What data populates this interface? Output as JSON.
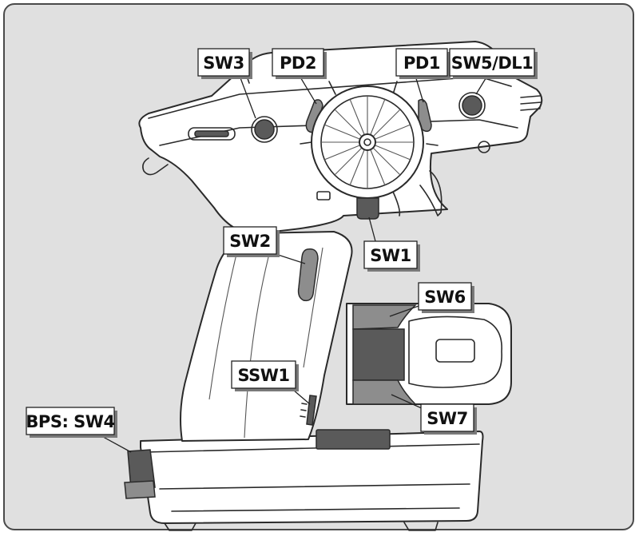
{
  "labels": {
    "sw3": "SW3",
    "pd2": "PD2",
    "pd1": "PD1",
    "sw5_dl1": "SW5/DL1",
    "sw2": "SW2",
    "sw1": "SW1",
    "sw6": "SW6",
    "ssw1": "SSW1",
    "sw7": "SW7",
    "bps_sw4": "BPS: SW4"
  }
}
